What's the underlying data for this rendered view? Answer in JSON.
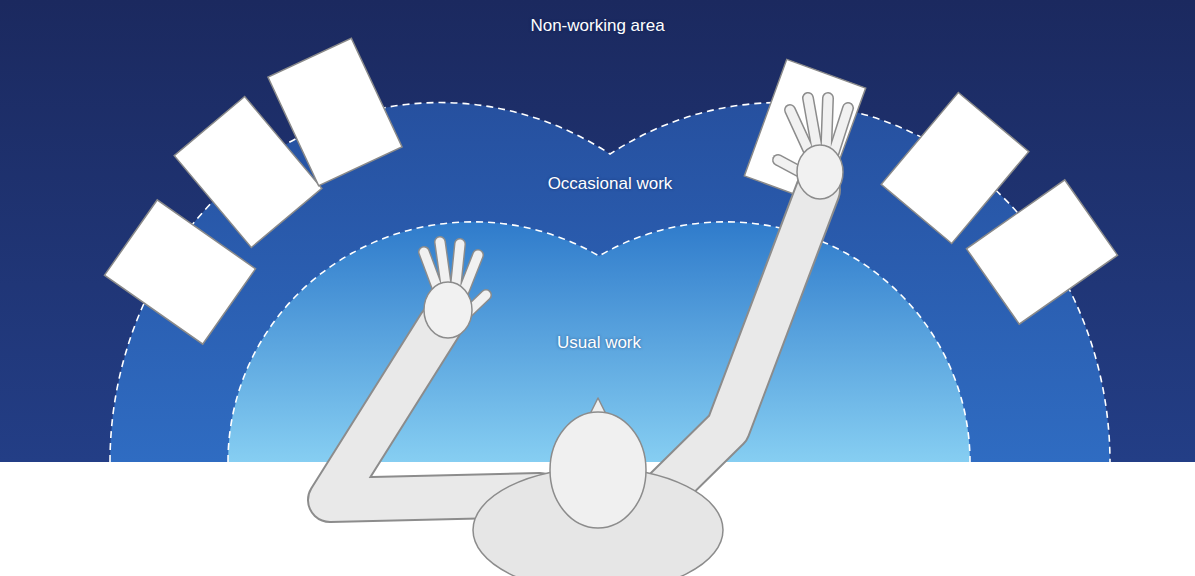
{
  "diagram": {
    "nodes": [
      {
        "text": [
          "Non-working area"
        ]
      },
      {
        "text": [
          "Occasional work"
        ],
        "in": 0
      },
      {
        "text": [
          "Usual work"
        ],
        "in": 1
      }
    ]
  }
}
